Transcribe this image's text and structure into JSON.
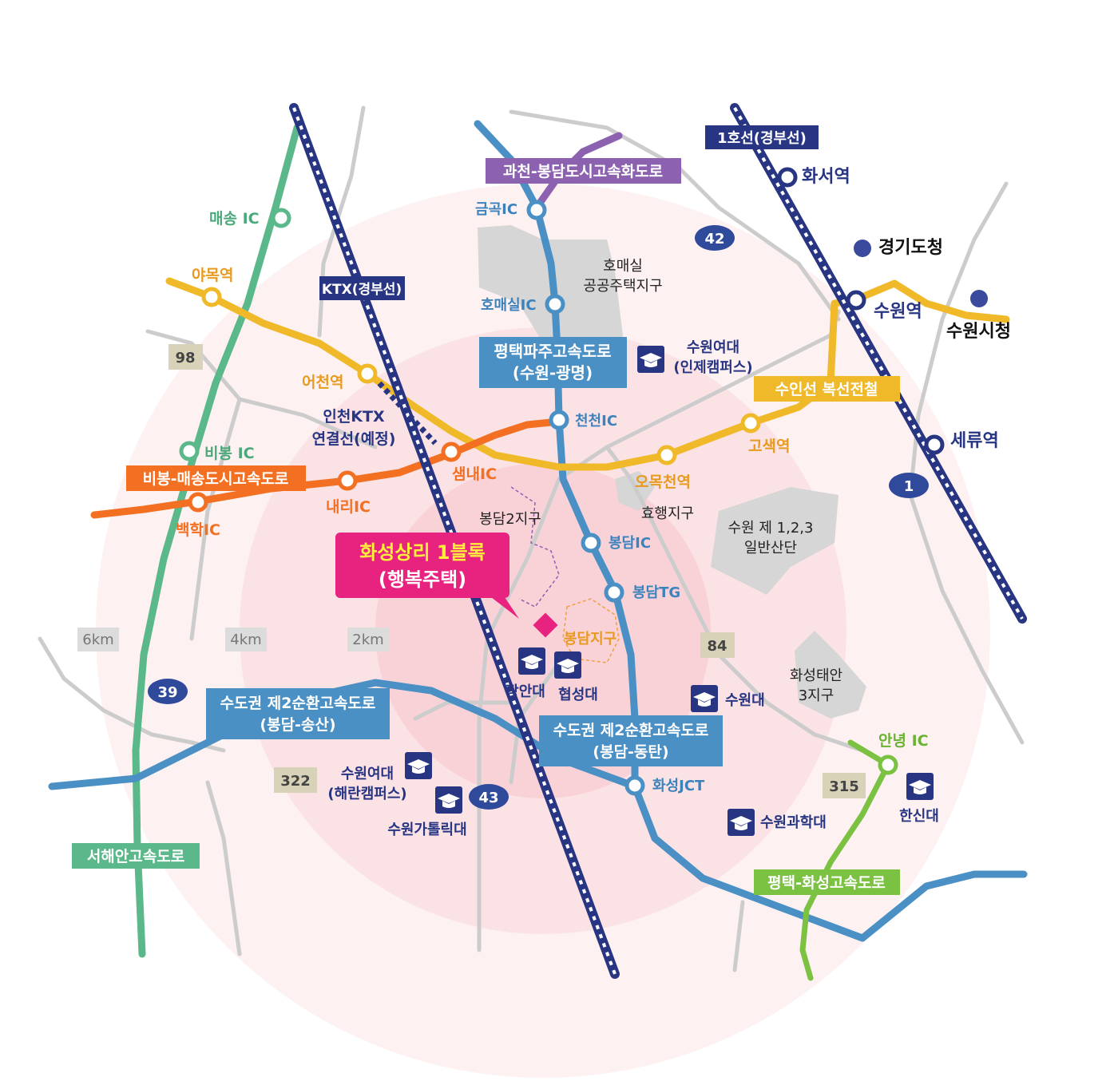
{
  "rings": {
    "labels": [
      "6km",
      "4km",
      "2km"
    ]
  },
  "site": {
    "title_line1": "화성상리 1블록",
    "title_line2": "(행복주택)",
    "district": "봉담지구",
    "district2": "봉담2지구"
  },
  "rail": {
    "ktx": "KTX(경부선)",
    "line1": "1호선(경부선)",
    "incheon_ktx_line1": "인천KTX",
    "incheon_ktx_line2": "연결선(예정)",
    "suin": "수인선 복선전철"
  },
  "roads": {
    "gwacheon": "과천-봉담도시고속화도로",
    "pyeongtaek_paju_line1": "평택파주고속도로",
    "pyeongtaek_paju_line2": "(수원-광명)",
    "bibong_maesong": "비봉-매송도시고속도로",
    "ring_songsan_line1": "수도권 제2순환고속도로",
    "ring_songsan_line2": "(봉담-송산)",
    "ring_dongtan_line1": "수도권 제2순환고속도로",
    "ring_dongtan_line2": "(봉담-동탄)",
    "seohaean": "서해안고속도로",
    "pyeongtaek_hwaseong": "평택-화성고속도로"
  },
  "stations": {
    "hwaseo": "화서역",
    "suwon": "수원역",
    "seryu": "세류역",
    "yamok": "야목역",
    "eocheon": "어천역",
    "omokcheon": "오목천역",
    "gosaek": "고색역"
  },
  "ics": {
    "geumgok": "금곡IC",
    "homaesil": "호매실IC",
    "cheoncheon": "천천IC",
    "bongdam": "봉담IC",
    "bongdam_tg": "봉담TG",
    "hwaseong_jct": "화성JCT",
    "maesong": "매송 IC",
    "bibong": "비봉 IC",
    "baekhak": "백학IC",
    "naeri": "내리IC",
    "saemnae": "샘내IC",
    "annyeong": "안녕 IC"
  },
  "places": {
    "gyeonggi_office": "경기도청",
    "suwon_cityhall": "수원시청",
    "homaesil_line1": "호매실",
    "homaesil_line2": "공공주택지구",
    "hyohaeng": "효행지구",
    "industrial_line1": "수원 제 1,2,3",
    "industrial_line2": "일반산단",
    "taean_line1": "화성태안",
    "taean_line2": "3지구"
  },
  "universities": {
    "suwon_women_injae_line1": "수원여대",
    "suwon_women_injae_line2": "(인제캠퍼스)",
    "jangan": "장안대",
    "hyupsung": "협성대",
    "suwon_univ": "수원대",
    "suwon_women_haeran_line1": "수원여대",
    "suwon_women_haeran_line2": "(해란캠퍼스)",
    "suwon_catholic": "수원가톨릭대",
    "suwon_science": "수원과학대",
    "hanshin": "한신대"
  },
  "route_numbers": {
    "r42": "42",
    "r98": "98",
    "r1": "1",
    "r84": "84",
    "r39": "39",
    "r322": "322",
    "r43": "43",
    "r315": "315"
  },
  "colors": {
    "green_hwy": "#5ab88a",
    "ktx_navy": "#283583",
    "yellow_suin": "#f0b92a",
    "orange_bibong": "#f36f21",
    "blue_hwy": "#4a90c4",
    "purple": "#8c62b0",
    "lime": "#7cc242",
    "pink_site": "#e8237f",
    "gray_road": "#cccccc"
  }
}
